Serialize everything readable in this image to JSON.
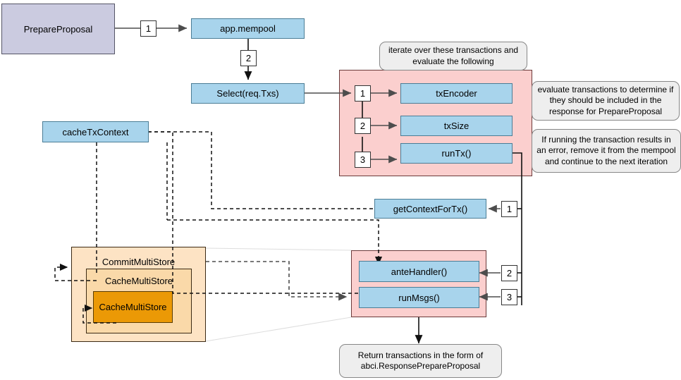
{
  "diagram": {
    "title": "PrepareProposal flow",
    "colors": {
      "blue_fill": "#a8d4ec",
      "blue_stroke": "#4a7d96",
      "lavender_fill": "#cbcbe0",
      "pink_zone": "#fbcfce",
      "orange_zone": "#fde3c4",
      "orange_inner": "#fad9a9",
      "orange_fill": "#eb9906",
      "callout_fill": "#eeeeee"
    },
    "nodes": {
      "prepare_proposal": "PrepareProposal",
      "app_mempool": "app.mempool",
      "select_req_txs": "Select(req.Txs)",
      "cache_tx_context": "cacheTxContext",
      "tx_encoder": "txEncoder",
      "tx_size": "txSize",
      "run_tx": "runTx()",
      "get_context_for_tx": "getContextForTx()",
      "ante_handler": "anteHandler()",
      "run_msgs": "runMsgs()",
      "commit_multi_store": "CommitMultiStore",
      "cache_multi_store_outer": "CacheMultiStore",
      "cache_multi_store_inner": "CacheMultiStore"
    },
    "callouts": {
      "iterate": "iterate over these transactions and evaluate the following",
      "evaluate": "evaluate transactions to determine if they should be included in the response for PrepareProposal",
      "error": "If running the transaction results in an error, remove it from the mempool and continue to the next iteration",
      "return": "Return transactions in the form of abci.ResponsePrepareProposal"
    },
    "steps": {
      "s1": "1",
      "s2": "2",
      "s3": "3",
      "loop1": "1",
      "loop2": "2",
      "loop3": "3",
      "ctx1": "1",
      "ctx2": "2",
      "ctx3": "3"
    }
  }
}
